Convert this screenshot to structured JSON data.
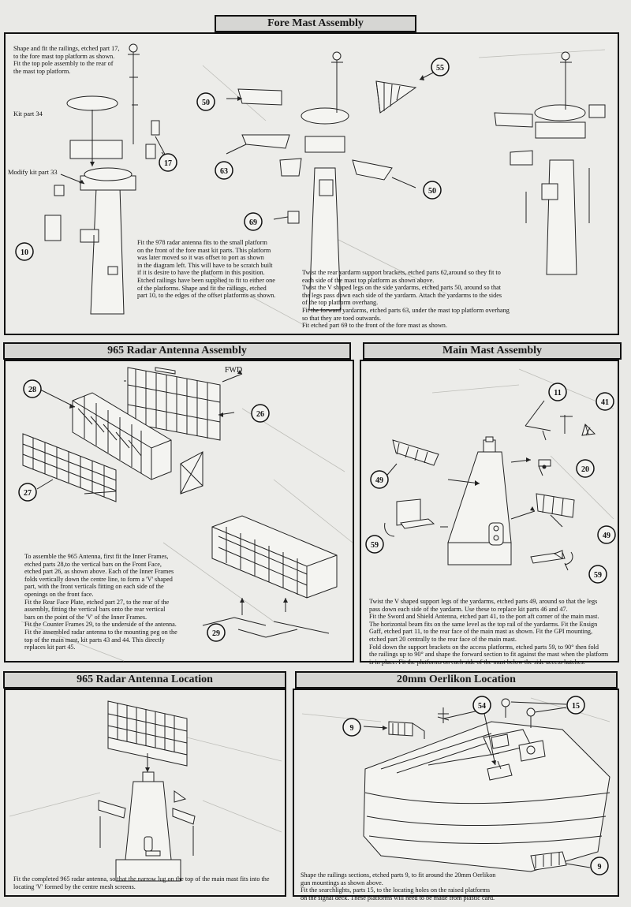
{
  "sections": {
    "fore_mast": {
      "title": "Fore Mast Assembly",
      "note_railings": "Shape and fit the railings, etched part 17,\nto the fore mast top platform as shown.\nFit the top pole assembly to the rear of\nthe mast top platform.",
      "label_kit34": "Kit part 34",
      "label_modify33": "Modify kit part 33",
      "note_radar978": "Fit the 978 radar antenna fits to the small platform\non the front of the fore mast kit parts. This platform\nwas later moved so it was offset to port as shown\nin the diagram left. This will have to be scratch built\nif it is desire to have the platform in this position.\nEtched railings have been supplied to fit to either one\nof the platforms.  Shape and fit the railings, etched\npart 10, to the edges of the offset platforms as shown.",
      "note_yardarms": "Twist the rear yardarm support brackets, etched parts 62,around so they fit to\neach side of the mast top platform as shown above.\nTwist the V shaped legs on the side yardarms, etched parts 50, around so that\nthe legs pass down each side of the yardarm. Attach the yardarms to the sides\nof the top platform overhang.\nFit the forward yardarms, etched parts 63, under the mast top platform overhang\nso that they are toed outwards.\nFit etched part 69 to the front of the fore mast as shown.",
      "callouts": [
        "17",
        "10",
        "50",
        "55",
        "63",
        "50",
        "69"
      ]
    },
    "radar965_assembly": {
      "title": "965 Radar Antenna Assembly",
      "fwd_label": "FWD",
      "callouts": [
        "28",
        "26",
        "27",
        "29"
      ],
      "note": "To assemble the 965 Antenna, first fit the Inner Frames,\netched parts 28,to the vertical bars on the Front Face,\netched part 26, as shown above. Each of the Inner Frames\nfolds vertically down the centre line, to form a 'V' shaped\npart, with the front verticals fitting on each side of the\nopenings on the front face.\nFit the Rear Face Plate, etched part 27, to the rear of the\nassembly, fitting the vertical bars onto the rear vertical\nbars on the point of the 'V' of the Inner Frames.\nFit the Counter Frames 29, to the underside of the antenna.\nFit the assembled radar antenna to the mounting peg on the\ntop of the main mast, kit parts 43 and 44. This directly\nreplaces kit part 45."
    },
    "main_mast": {
      "title": "Main Mast Assembly",
      "callouts": [
        "11",
        "41",
        "49",
        "20",
        "59",
        "49",
        "59"
      ],
      "note": "Twist the V shaped support legs of the yardarms, etched parts 49, around so that the legs\npass down each side of the yardarm. Use these to replace kit parts 46 and 47.\nFit the Sword and Shield Antenna, etched part 41, to the port aft corner of the main mast.\nThe horizontal beam fits on the same level as the top rail of the yardarms. Fit the Ensign\nGaff, etched part 11, to the rear face of the main mast as shown. Fit the GPI mounting,\netched part 20 centrally to the rear face of the main mast.\nFold down the support brackets on the access platforms, etched parts 59, to 90° then fold\nthe railings up to 90° and shape the forward section to fit against the mast when the platform\nis in place. Fit the platforms on each side of the mast below the side access hatches."
    },
    "radar965_location": {
      "title": "965 Radar Antenna Location",
      "note": "Fit the completed 965 radar antenna, so that the narrow lug on the top of the main mast fits into the\nlocating 'V' formed by the centre mesh screens."
    },
    "oerlikon": {
      "title": "20mm Oerlikon Location",
      "callouts": [
        "9",
        "54",
        "15",
        "9"
      ],
      "note": "Shape the railings sections, etched parts 9, to fit around the 20mm Oerlikon\ngun mountings as shown above.\nFit the searchlights, parts 15, to the locating holes on the raised platforms\non the signal deck. These platforms will need to be made from plastic card."
    }
  }
}
